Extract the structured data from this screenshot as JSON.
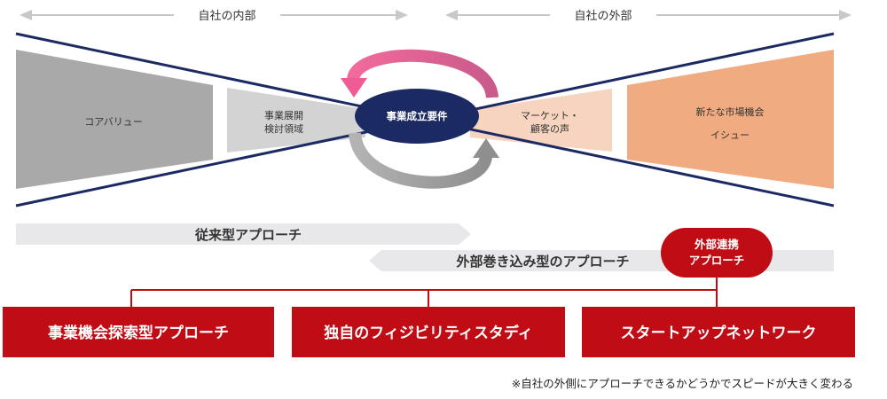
{
  "header": {
    "internal_label": "自社の内部",
    "external_label": "自社の外部"
  },
  "funnel": {
    "core_value": "コアバリュー",
    "business_domain_line1": "事業展開",
    "business_domain_line2": "検討領域",
    "center": "事業成立要件",
    "market_line1": "マーケット・",
    "market_line2": "顧客の声",
    "opportunity_line1": "新たな市場機会",
    "opportunity_line2": "イシュー"
  },
  "approaches": {
    "traditional": "従来型アプローチ",
    "outside_in": "外部巻き込み型のアプローチ",
    "external_partnership_line1": "外部連携",
    "external_partnership_line2": "アプローチ"
  },
  "boxes": [
    "事業機会探索型アプローチ",
    "独自のフィジビリティスタディ",
    "スタートアップネットワーク"
  ],
  "footnote": "※自社の外側にアプローチできるかどうかでスピードが大きく変わる",
  "colors": {
    "navy": "#1c2a63",
    "red": "#c00d15",
    "gray_dark": "#a9a9a9",
    "gray_light": "#d3d3d3",
    "orange_light": "#f6d4bf",
    "orange": "#f0ac80",
    "pink": "#e04e86",
    "arrow_gray": "#a4a4a4",
    "bar_gray": "#e8e8ea"
  }
}
